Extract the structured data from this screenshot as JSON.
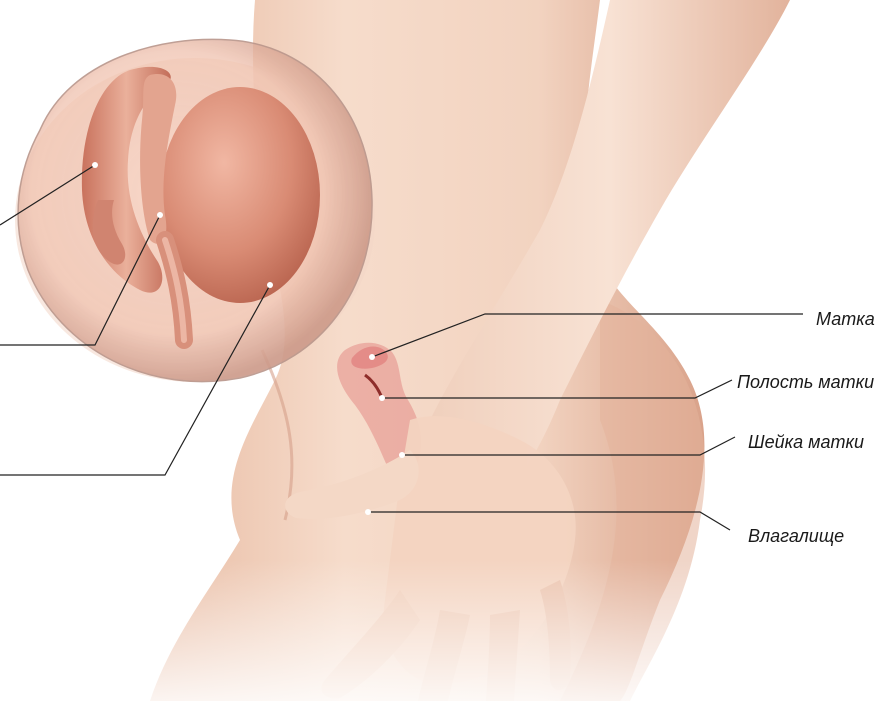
{
  "labels": {
    "uterus": "Матка",
    "uterine_cavity": "Полость матки",
    "cervix": "Шейка матки",
    "vagina": "Влагалище"
  },
  "colors": {
    "skin_light": "#f6dccb",
    "skin_mid": "#e9bea6",
    "skin_shadow": "#d79e86",
    "embryo": "#d88b74",
    "embryo_dark": "#b8624f",
    "uterus_overlay": "#e07a78",
    "leader_line": "#222222"
  },
  "icons": {
    "embryo_sac": "embryo-in-amniotic-sac-illustration",
    "body": "female-pelvis-side-view-illustration"
  }
}
